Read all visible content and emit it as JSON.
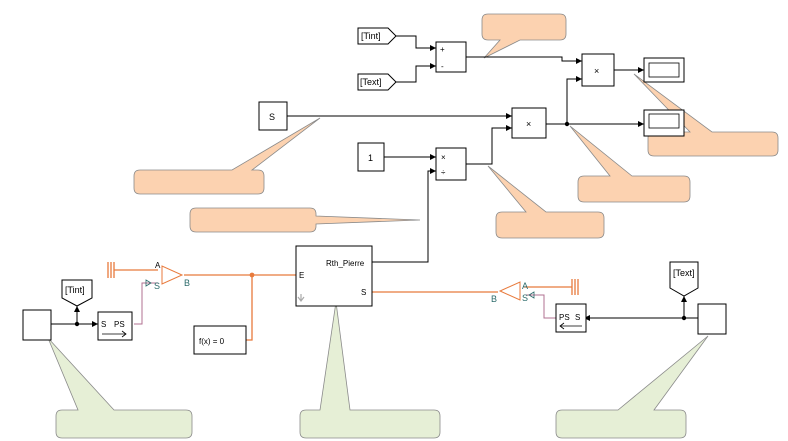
{
  "blocks": {
    "tint_from": "[Tint]",
    "text_from": "[Text]",
    "tint_goto": "[Tint]",
    "text_goto": "[Text]",
    "sum_plus": "+",
    "sum_minus": "-",
    "prod_top": "×",
    "prod_mid": "×",
    "divide_mul": "×",
    "divide_div": "÷",
    "const_s": "S",
    "const_1": "1",
    "solver": "f(x) = 0",
    "subsystem_name": "Rth_Pierre",
    "port_e": "E",
    "port_s": "S",
    "s2ps_in": "S",
    "s2ps_out": "PS",
    "ps2s_in": "PS",
    "ps2s_out": "S",
    "sensor_left_a": "A",
    "sensor_left_b": "B",
    "sensor_left_s": "S",
    "sensor_right_a": "A",
    "sensor_right_b": "B",
    "sensor_right_s": "S"
  },
  "colors": {
    "physical_line": "#e87a3c",
    "callout_orange": "#fcd2b0",
    "callout_green": "#e6efd6"
  }
}
